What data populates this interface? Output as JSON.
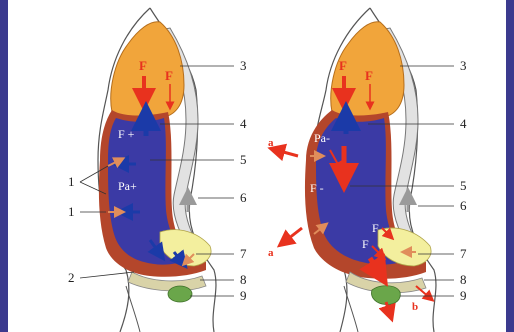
{
  "left_figure": {
    "labels": {
      "F_top_1": "F",
      "F_top_2": "F",
      "F_plus": "F +",
      "Pa_plus": "Pa+"
    },
    "numbers": [
      "3",
      "4",
      "5",
      "1",
      "1",
      "6",
      "7",
      "2",
      "8",
      "9"
    ]
  },
  "right_figure": {
    "labels": {
      "F_top_1": "F",
      "F_top_2": "F",
      "Pa_minus": "Pa-",
      "F_minus": "F -",
      "F_lower_1": "F",
      "F_lower_2": "F",
      "a_upper": "a",
      "a_lower": "a",
      "b": "b"
    },
    "numbers": [
      "3",
      "4",
      "5",
      "6",
      "7",
      "8",
      "9"
    ]
  },
  "colors": {
    "frame": "#3b3a8e",
    "lung": "#f1a53b",
    "abdomen": "#3b3aa5",
    "wall": "#b4462b",
    "pelvis": "#f3ef9e",
    "arrow_blue": "#1b3aa8",
    "arrow_red": "#e8321e",
    "green": "#6aa64a"
  }
}
